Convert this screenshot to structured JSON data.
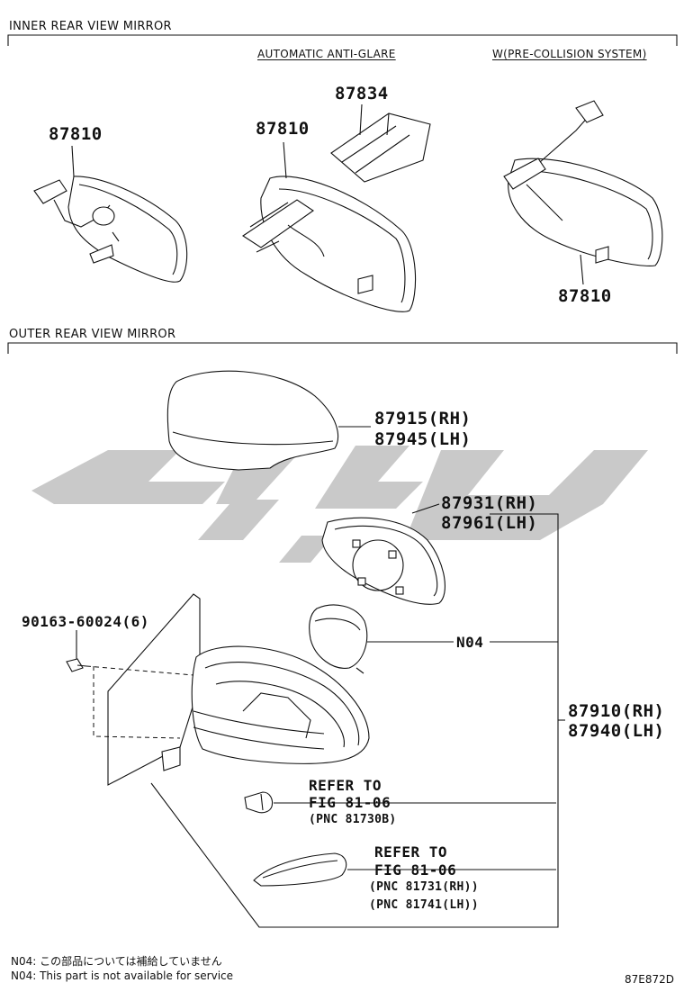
{
  "sections": {
    "inner": "INNER REAR VIEW MIRROR",
    "outer": "OUTER REAR VIEW MIRROR"
  },
  "subtitles": {
    "anti_glare": "AUTOMATIC ANTI-GLARE",
    "pcs": "W(PRE-COLLISION SYSTEM)"
  },
  "inner_parts": {
    "mirror_basic": "87810",
    "mirror_antiglare": "87810",
    "cover": "87834",
    "mirror_pcs": "87810"
  },
  "outer_parts": {
    "cover_rh": "87915(RH)",
    "cover_lh": "87945(LH)",
    "glass_rh": "87931(RH)",
    "glass_lh": "87961(LH)",
    "motor": "N04",
    "screw": "90163-60024(6)",
    "assy_rh": "87910(RH)",
    "assy_lh": "87940(LH)"
  },
  "refer1": {
    "line1": "REFER TO",
    "line2": "FIG 81-06",
    "line3": "(PNC 81730B)"
  },
  "refer2": {
    "line1": "REFER TO",
    "line2": "FIG 81-06",
    "line3": "(PNC 81731(RH))",
    "line4": "(PNC 81741(LH))"
  },
  "notes": {
    "jp": "N04: この部品については補給していません",
    "en": "N04: This part is not available for service"
  },
  "figure_code": "87E872D"
}
